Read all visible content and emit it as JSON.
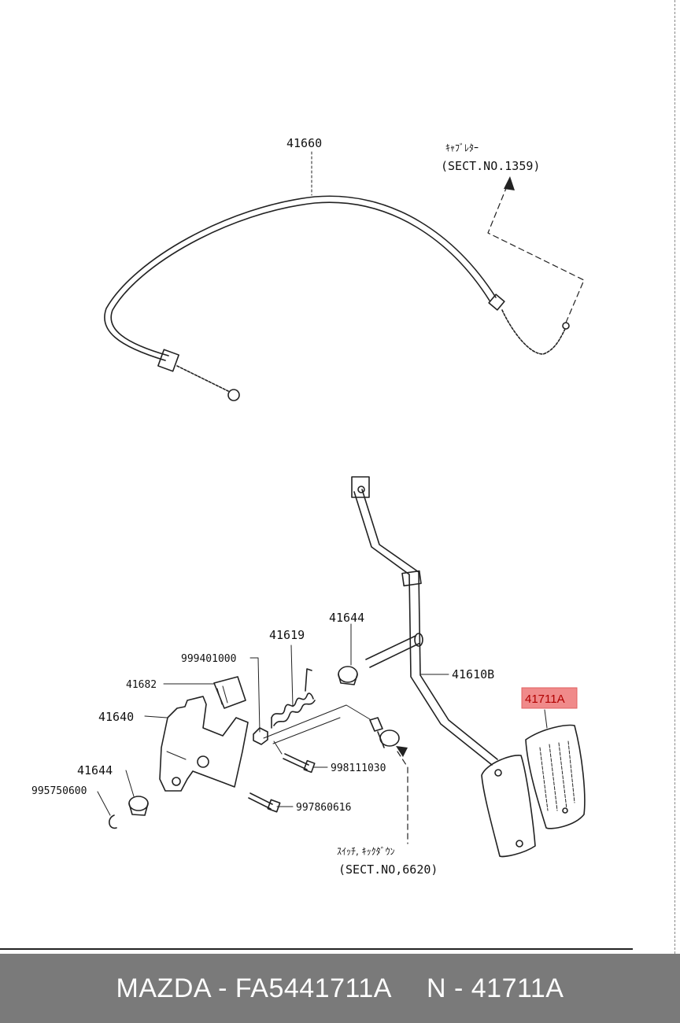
{
  "labels": {
    "part_41660": "41660",
    "carburetor_jp": "ｷｬﾌﾞﾚﾀｰ",
    "sect_1359": "(SECT.NO.1359)",
    "part_41644_top": "41644",
    "part_41619": "41619",
    "part_999401000": "999401000",
    "part_41682": "41682",
    "part_41640": "41640",
    "part_41644_left": "41644",
    "part_995750600": "995750600",
    "part_41610B": "41610B",
    "part_41711A": "41711A",
    "part_998111030": "998111030",
    "part_997860616": "997860616",
    "switch_jp": "ｽｲｯﾁ, ｷｯｸﾀﾞｳﾝ",
    "sect_6620": "(SECT.NO,6620)"
  },
  "footer": {
    "brand_part": "MAZDA - FA5441711A",
    "ref": "N - 41711A"
  },
  "colors": {
    "highlight_box": "#f08a8a",
    "footer_bg": "#7a7a7a",
    "line": "#222222"
  }
}
